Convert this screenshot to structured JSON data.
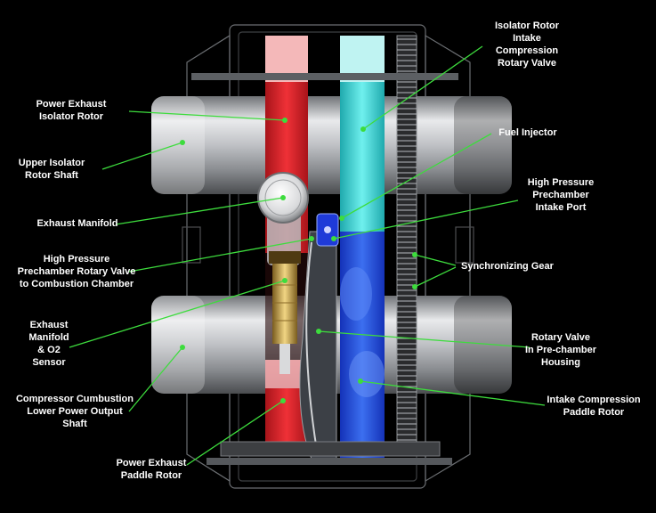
{
  "labels": {
    "isolator_rotor": "Isolator Rotor\nIntake\nCompression\nRotary Valve",
    "power_exhaust_isolator": "Power Exhaust\nIsolator Rotor",
    "fuel_injector": "Fuel Injector",
    "upper_isolator_shaft": "Upper Isolator\nRotor Shaft",
    "high_pressure_intake_port": "High Pressure\nPrechamber\nIntake Port",
    "exhaust_manifold": "Exhaust Manifold",
    "high_pressure_rotary_valve": "High Pressure\nPrechamber Rotary Valve\nto Combustion Chamber",
    "synchronizing_gear": "Synchronizing Gear",
    "exhaust_o2_sensor": "Exhaust\nManifold\n& O2\nSensor",
    "rotary_valve_prechamber": "Rotary Valve\nIn Pre-chamber\nHousing",
    "compressor_output_shaft": "Compressor Cumbustion\nLower Power Output\nShaft",
    "intake_compression_paddle": "Intake Compression\nPaddle Rotor",
    "power_exhaust_paddle": "Power Exhaust\nPaddle Rotor"
  },
  "colors": {
    "background": "#000000",
    "leader_line": "#3ddc3d",
    "exhaust_red": "#e8262b",
    "intake_cyan": "#3fd6d6",
    "compression_blue": "#1f4fe0",
    "brass": "#c9a64a",
    "steel": "#c9cbcf"
  }
}
